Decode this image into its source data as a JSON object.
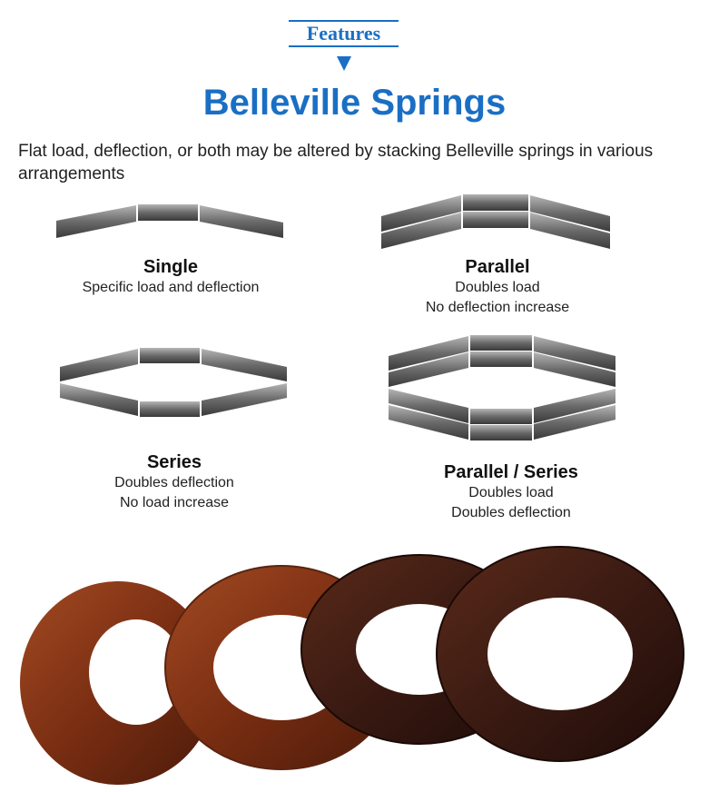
{
  "header": {
    "features_label": "Features",
    "title": "Belleville Springs"
  },
  "intro_text": "Flat load, deflection, or both may be altered by stacking Belleville springs in various arrangements",
  "arrangements": [
    {
      "title": "Single",
      "lines": [
        "Specific load and deflection"
      ]
    },
    {
      "title": "Parallel",
      "lines": [
        "Doubles load",
        "No deflection increase"
      ]
    },
    {
      "title": "Series",
      "lines": [
        "Doubles deflection",
        "No load increase"
      ]
    },
    {
      "title": "Parallel / Series",
      "lines": [
        "Doubles load",
        "Doubles deflection"
      ]
    }
  ],
  "colors": {
    "accent": "#1a6fc4",
    "spring_gray": "#6e6e6e",
    "copper": "#8a3a1a",
    "dark_copper": "#3a1a10"
  },
  "photo": {
    "icon": "belleville-washers-photo",
    "washer_count": 4
  }
}
